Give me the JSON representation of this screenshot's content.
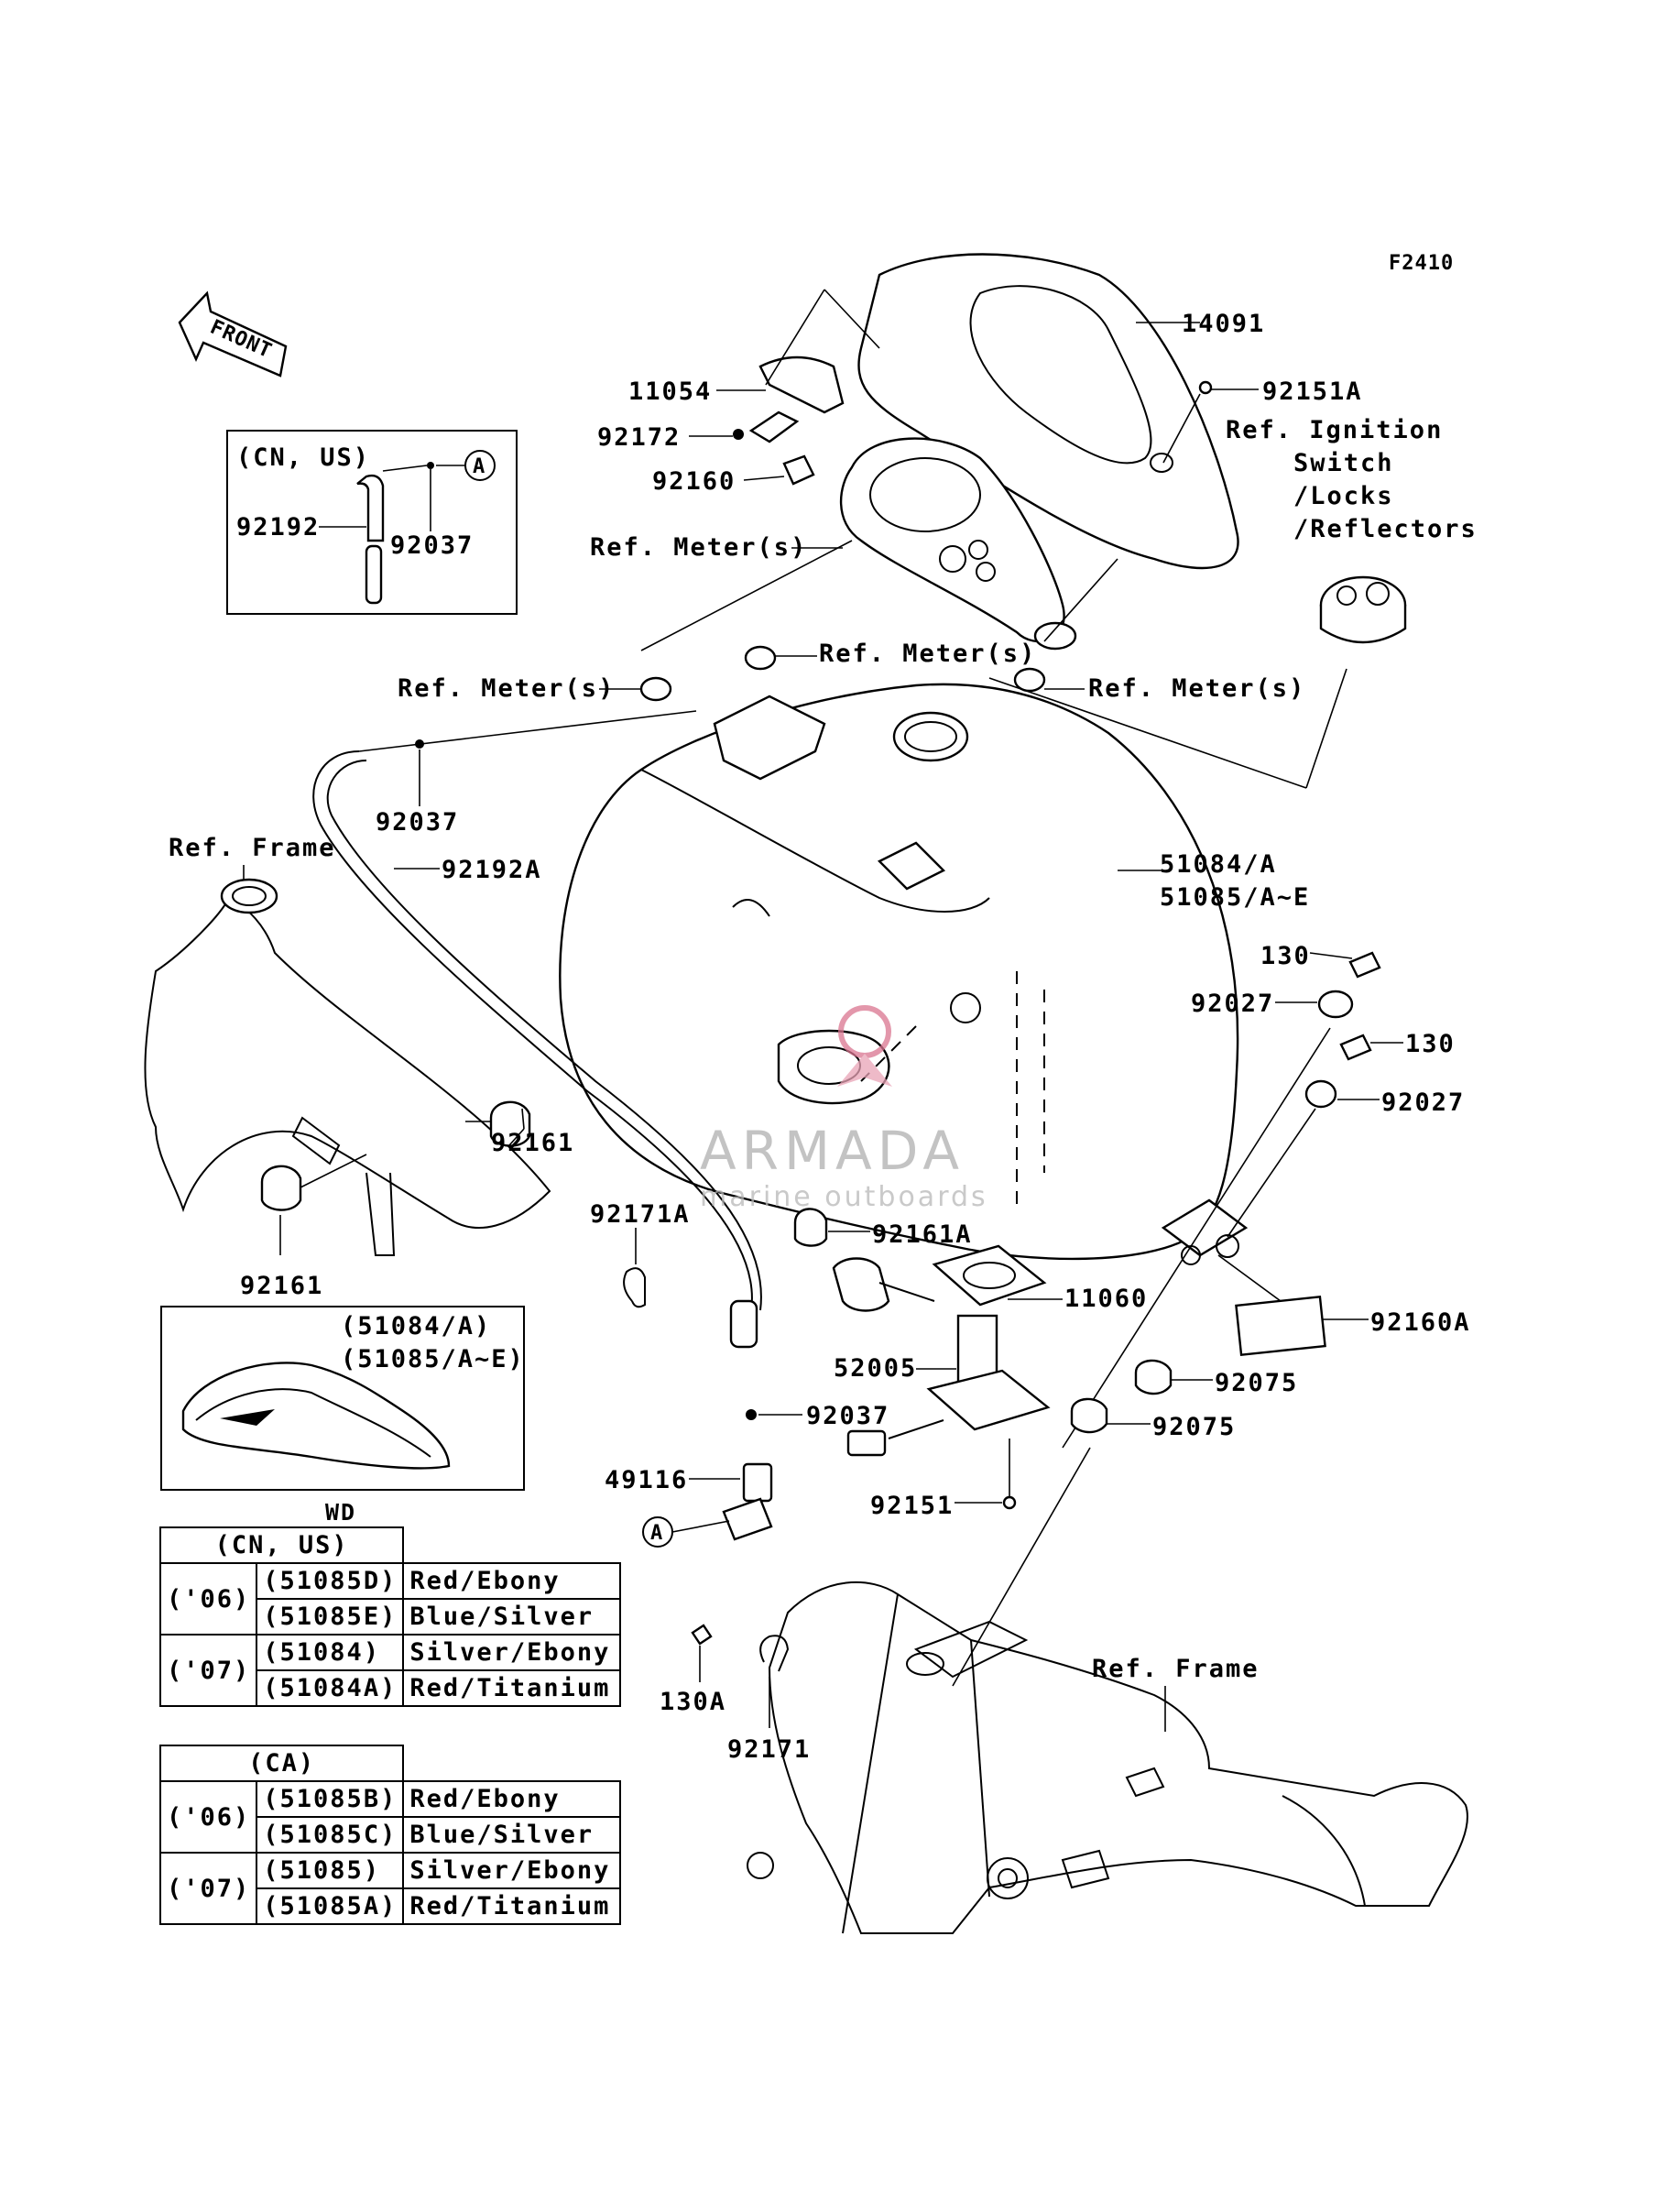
{
  "figure_id": "F2410",
  "front_arrow": "FRONT",
  "callouts": {
    "p14091": "14091",
    "p92151A": "92151A",
    "ref_ignition": [
      "Ref. Ignition",
      "Switch",
      "/Locks",
      "/Reflectors"
    ],
    "p11054": "11054",
    "p92172": "92172",
    "p92160": "92160",
    "ref_meter_1": "Ref. Meter(s)",
    "ref_meter_2": "Ref. Meter(s)",
    "ref_meter_3": "Ref. Meter(s)",
    "ref_meter_4": "Ref. Meter(s)",
    "p92037_top": "92037",
    "p92192A": "92192A",
    "ref_frame_left": "Ref. Frame",
    "p51084": "51084/A",
    "p51085": "51085/A~E",
    "p130_a": "130",
    "p92027_a": "92027",
    "p130_b": "130",
    "p92027_b": "92027",
    "p92161_a": "92161",
    "p92161_b": "92161",
    "p92171A": "92171A",
    "p92161A": "92161A",
    "p11060": "11060",
    "p92160A": "92160A",
    "p52005": "52005",
    "p92075_a": "92075",
    "p92075_b": "92075",
    "p92037_low": "92037",
    "p49116": "49116",
    "p92151": "92151",
    "marker_A": "A",
    "p130A": "130A",
    "p92171": "92171",
    "ref_frame_right": "Ref. Frame"
  },
  "inset_hose": {
    "region": "(CN, US)",
    "p92192": "92192",
    "p92037": "92037",
    "marker": "A"
  },
  "inset_tank": {
    "line1": "(51084/A)",
    "line2": "(51085/A~E)"
  },
  "watermark": {
    "title": "ARMADA",
    "subtitle": "marine outboards"
  },
  "table_wd": {
    "title": "WD",
    "region": "(CN, US)",
    "rows": [
      {
        "year": "('06)",
        "part": "(51085D)",
        "color": "Red/Ebony"
      },
      {
        "year": "",
        "part": "(51085E)",
        "color": "Blue/Silver"
      },
      {
        "year": "('07)",
        "part": "(51084)",
        "color": "Silver/Ebony"
      },
      {
        "year": "",
        "part": "(51084A)",
        "color": "Red/Titanium"
      }
    ]
  },
  "table_ca": {
    "region": "(CA)",
    "rows": [
      {
        "year": "('06)",
        "part": "(51085B)",
        "color": "Red/Ebony"
      },
      {
        "year": "",
        "part": "(51085C)",
        "color": "Blue/Silver"
      },
      {
        "year": "('07)",
        "part": "(51085)",
        "color": "Silver/Ebony"
      },
      {
        "year": "",
        "part": "(51085A)",
        "color": "Red/Titanium"
      }
    ]
  },
  "colors": {
    "line": "#000000",
    "watermark_logo": "#d9748f",
    "watermark_text": "#b0b0b0"
  }
}
